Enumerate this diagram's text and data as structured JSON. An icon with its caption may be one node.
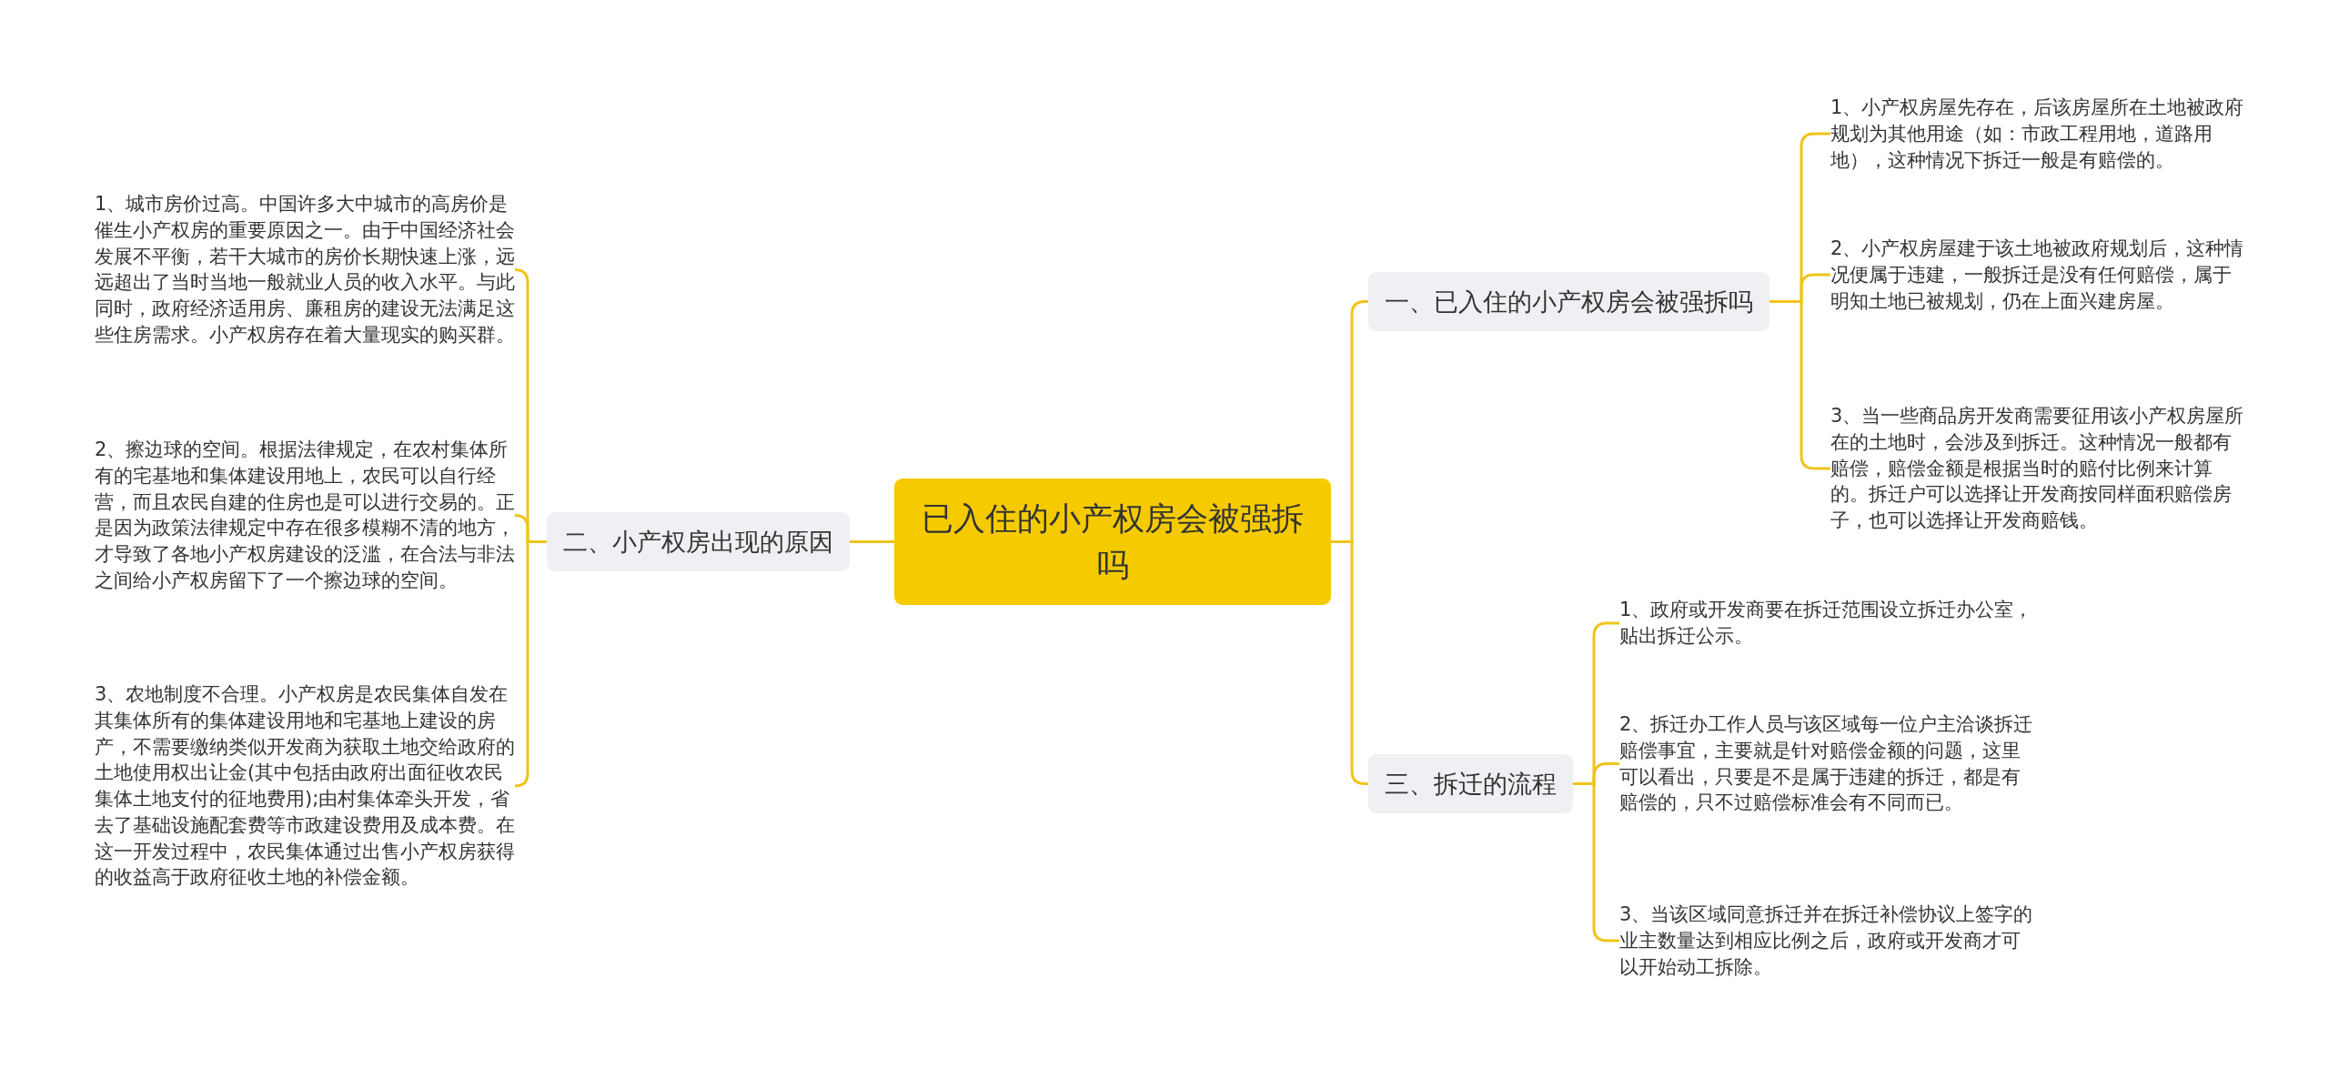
{
  "diagram": {
    "nodes": [
      {
        "text": [
          "已入住的小产权房会被强拆吗"
        ]
      },
      {
        "text": [
          "一、已入住的小产权房会被强拆吗"
        ]
      },
      {
        "text": [
          "1、小产权房屋先存在，后该房屋所在土地被政府规划为其他用途（如：市政工程用地，道路用地），这种情况下拆迁一般是有赔偿的。"
        ]
      },
      {
        "text": [
          "2、小产权房屋建于该土地被政府规划后，这种情况便属于违建，一般拆迁是没有任何赔偿，属于明知土地已被规划，仍在上面兴建房屋。"
        ]
      },
      {
        "text": [
          "3、当一些商品房开发商需要征用该小产权房屋所在的土地时，会涉及到拆迁。这种情况一般都有赔偿，赔偿金额是根据当时的赔付比例来计算的。拆迁户可以选择让开发商按同样面积赔偿房子，也可以选择让开发商赔钱。"
        ]
      },
      {
        "text": [
          "三、拆迁的流程"
        ]
      },
      {
        "text": [
          "1、政府或开发商要在拆迁范围设立拆迁办公室，贴出拆迁公示。"
        ]
      },
      {
        "text": [
          "2、拆迁办工作人员与该区域每一位户主洽谈拆迁赔偿事宜，主要就是针对赔偿金额的问题，这里可以看出，只要是不是属于违建的拆迁，都是有赔偿的，只不过赔偿标准会有不同而已。"
        ]
      },
      {
        "text": [
          "3、当该区域同意拆迁并在拆迁补偿协议上签字的业主数量达到相应比例之后，政府或开发商才可以开始动工拆除。"
        ]
      },
      {
        "text": [
          "二、小产权房出现的原因"
        ]
      },
      {
        "text": [
          "1、城市房价过高。中国许多大中城市的高房价是催生小产权房的重要原因之一。由于中国经济社会发展不平衡，若干大城市的房价长期快速上涨，远远超出了当时当地一般就业人员的收入水平。与此同时，政府经济适用房、廉租房的建设无法满足这些住房需求。小产权房存在着大量现实的购买群。"
        ]
      },
      {
        "text": [
          "2、擦边球的空间。根据法律规定，在农村集体所有的宅基地和集体建设用地上，农民可以自行经营，而且农民自建的住房也是可以进行交易的。正是因为政策法律规定中存在很多模糊不清的地方，才导致了各地小产权房建设的泛滥，在合法与非法之间给小产权房留下了一个擦边球的空间。"
        ]
      },
      {
        "text": [
          "3、农地制度不合理。小产权房是农民集体自发在其集体所有的集体建设用地和宅基地上建设的房产，不需要缴纳类似开发商为获取土地交给政府的土地使用权出让金(其中包括由政府出面征收农民集体土地支付的征地费用);由村集体牵头开发，省去了基础设施配套费等市政建设费用及成本费。在这一开发过程中，农民集体通过出售小产权房获得的收益高于政府征收土地的补偿金额。"
        ]
      }
    ],
    "edges": [
      {
        "from": 0,
        "to": 1,
        "arrow": "none"
      },
      {
        "from": 1,
        "to": 2,
        "arrow": "none"
      },
      {
        "from": 1,
        "to": 3,
        "arrow": "none"
      },
      {
        "from": 1,
        "to": 4,
        "arrow": "none"
      },
      {
        "from": 0,
        "to": 5,
        "arrow": "none"
      },
      {
        "from": 5,
        "to": 6,
        "arrow": "none"
      },
      {
        "from": 5,
        "to": 7,
        "arrow": "none"
      },
      {
        "from": 5,
        "to": 8,
        "arrow": "none"
      },
      {
        "from": 0,
        "to": 9,
        "arrow": "none"
      },
      {
        "from": 9,
        "to": 10,
        "arrow": "none"
      },
      {
        "from": 9,
        "to": 11,
        "arrow": "none"
      },
      {
        "from": 9,
        "to": 12,
        "arrow": "none"
      }
    ]
  }
}
